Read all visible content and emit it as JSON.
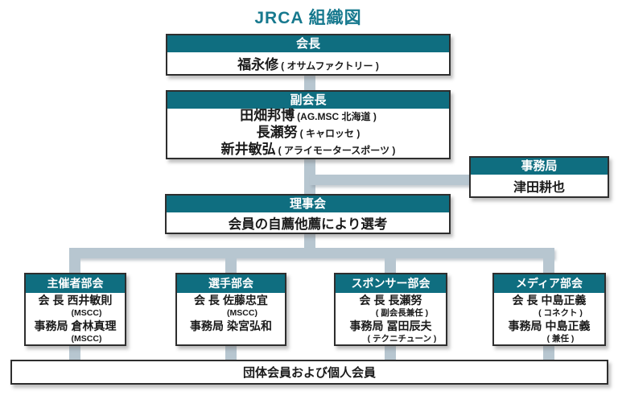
{
  "page": {
    "title": "JRCA 組織図"
  },
  "colors": {
    "title_teal": "#17798e",
    "header_teal": "#0f6e80",
    "connector": "#b7c6d0",
    "border": "#2e2e2e"
  },
  "org": {
    "chairman": {
      "title": "会長",
      "members": [
        {
          "name": "福永修",
          "note": "( オサムファクトリー )"
        }
      ]
    },
    "vice_chairman": {
      "title": "副会長",
      "members": [
        {
          "name": "田畑邦博",
          "note": "(AG.MSC 北海道 )"
        },
        {
          "name": "長瀬努",
          "note": "( キャロッセ )"
        },
        {
          "name": "新井敏弘",
          "note": "( アライモータースポーツ )"
        }
      ]
    },
    "secretariat": {
      "title": "事務局",
      "member": "津田耕也"
    },
    "board": {
      "title": "理事会",
      "body": "会員の自薦他薦により選考"
    },
    "subcommittees": [
      {
        "title": "主催者部会",
        "chair_label": "会 長",
        "chair_name": "西井敏則",
        "chair_note": "(MSCC)",
        "sec_label": "事務局",
        "sec_name": "倉林真理",
        "sec_note": "(MSCC)"
      },
      {
        "title": "選手部会",
        "chair_label": "会 長",
        "chair_name": "佐藤忠宜",
        "chair_note": "(MSCC)",
        "sec_label": "事務局",
        "sec_name": "染宮弘和",
        "sec_note": ""
      },
      {
        "title": "スポンサー部会",
        "chair_label": "会 長",
        "chair_name": "長瀬努",
        "chair_note": "( 副会長兼任 )",
        "sec_label": "事務局",
        "sec_name": "冨田辰夫",
        "sec_note": "( テクニチューン )"
      },
      {
        "title": "メディア部会",
        "chair_label": "会 長",
        "chair_name": "中島正義",
        "chair_note": "( コネクト )",
        "sec_label": "事務局",
        "sec_name": "中島正義",
        "sec_note": "( 兼任 )"
      }
    ],
    "members": {
      "label": "団体会員および個人会員"
    }
  }
}
